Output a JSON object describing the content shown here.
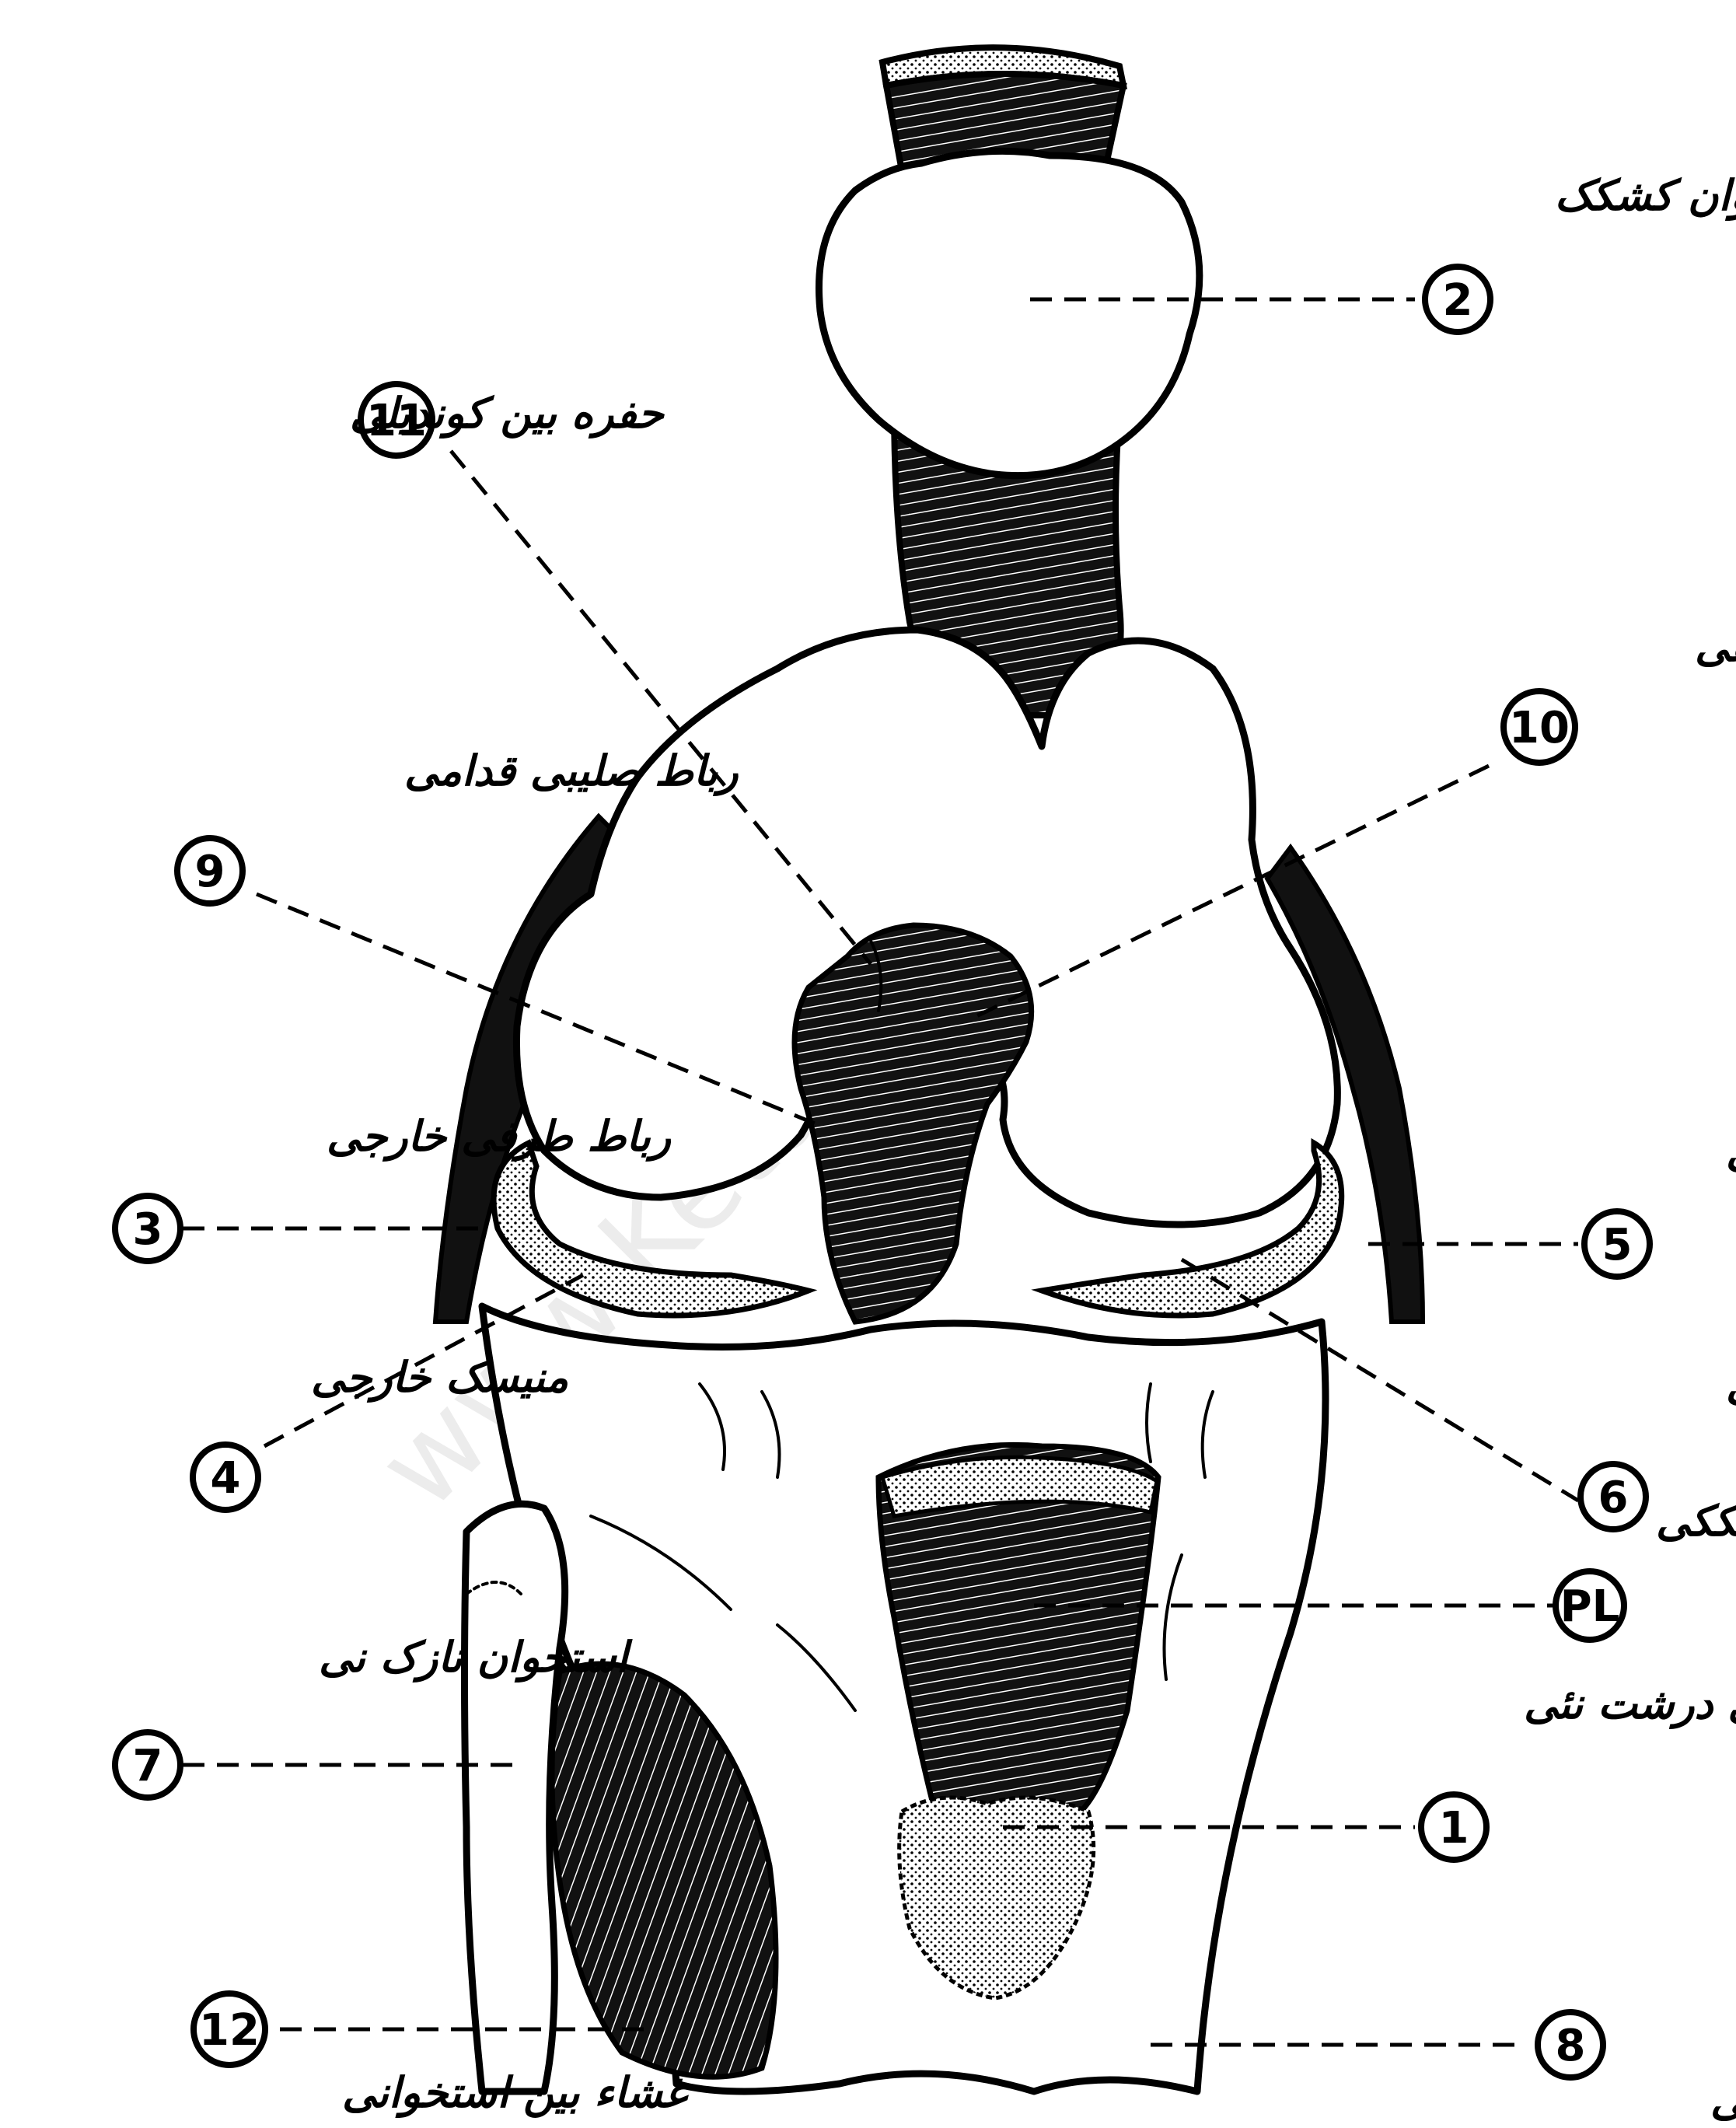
{
  "watermark": "www.Ketabesi.com",
  "markers": [
    {
      "id": "m1",
      "text": "1",
      "label": "برجستگی درشت نئی"
    },
    {
      "id": "m2",
      "text": "2",
      "label": "استخوان کشکک"
    },
    {
      "id": "m3",
      "text": "3",
      "label": "رباط طرفی خارجی"
    },
    {
      "id": "m4",
      "text": "4",
      "label": "منیسک خارجی"
    },
    {
      "id": "m5",
      "text": "5",
      "label": "رباط طرفی داخلی"
    },
    {
      "id": "m6",
      "text": "6",
      "label": "منیسک داخلی"
    },
    {
      "id": "m7",
      "text": "7",
      "label": "استخوان نازک نی"
    },
    {
      "id": "m8",
      "text": "8",
      "label": "استخوان درشت نی"
    },
    {
      "id": "m9",
      "text": "9",
      "label": "رباط صلیبی قدامی"
    },
    {
      "id": "m10",
      "text": "10",
      "label": "رباط صلیبی خلفی"
    },
    {
      "id": "m11",
      "text": "11",
      "label": "حفره بین کوندیلی"
    },
    {
      "id": "m12",
      "text": "12",
      "label": "غشاء بین استخوانی"
    },
    {
      "id": "mPL",
      "text": "PL",
      "label": "رباط کشککی"
    }
  ]
}
